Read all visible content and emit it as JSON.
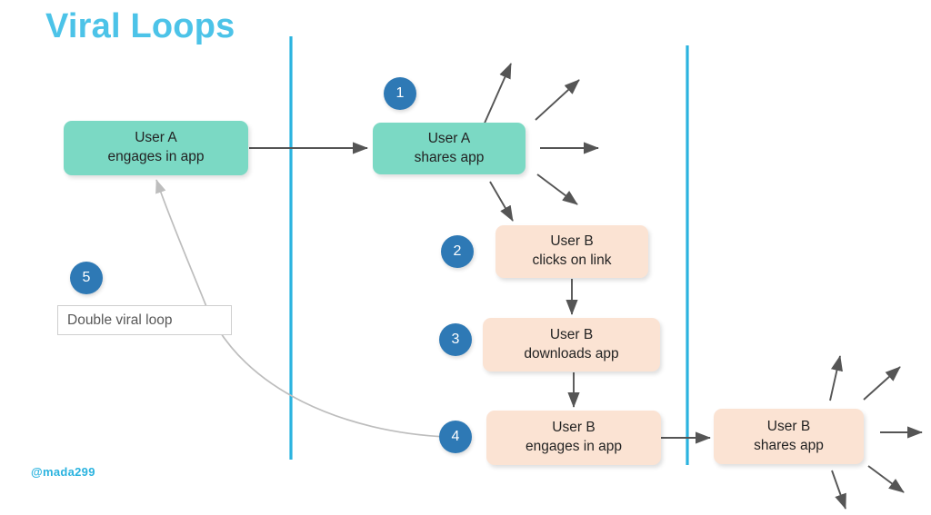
{
  "slide": {
    "title": "Viral Loops",
    "handle": "@mada299",
    "background": "#ffffff",
    "title_color": "#4CC3E8",
    "handle_color": "#2BB3DF"
  },
  "colors": {
    "teal_node": "#7BD9C4",
    "peach_node": "#FBE3D3",
    "step_badge": "#2E79B5",
    "badge_text": "#ffffff",
    "divider_line": "#2BB3DF",
    "arrow": "#555555",
    "curve": "#bdbdbd",
    "callout_border": "#cfcfcf",
    "callout_text": "#585858",
    "node_text": "#232323"
  },
  "nodes": [
    {
      "id": "user-a-engages",
      "line1": "User A",
      "line2": "engages in app",
      "style": "teal"
    },
    {
      "id": "user-a-shares",
      "line1": "User A",
      "line2": "shares app",
      "style": "teal"
    },
    {
      "id": "user-b-clicks",
      "line1": "User B",
      "line2": "clicks on link",
      "style": "peach"
    },
    {
      "id": "user-b-downloads",
      "line1": "User B",
      "line2": "downloads app",
      "style": "peach"
    },
    {
      "id": "user-b-engages",
      "line1": "User B",
      "line2": "engages in app",
      "style": "peach"
    },
    {
      "id": "user-b-shares",
      "line1": "User B",
      "line2": "shares app",
      "style": "peach"
    }
  ],
  "steps": [
    {
      "id": "step-1",
      "label": "1"
    },
    {
      "id": "step-2",
      "label": "2"
    },
    {
      "id": "step-3",
      "label": "3"
    },
    {
      "id": "step-4",
      "label": "4"
    },
    {
      "id": "step-5",
      "label": "5"
    }
  ],
  "callout": {
    "label": "Double viral loop"
  }
}
